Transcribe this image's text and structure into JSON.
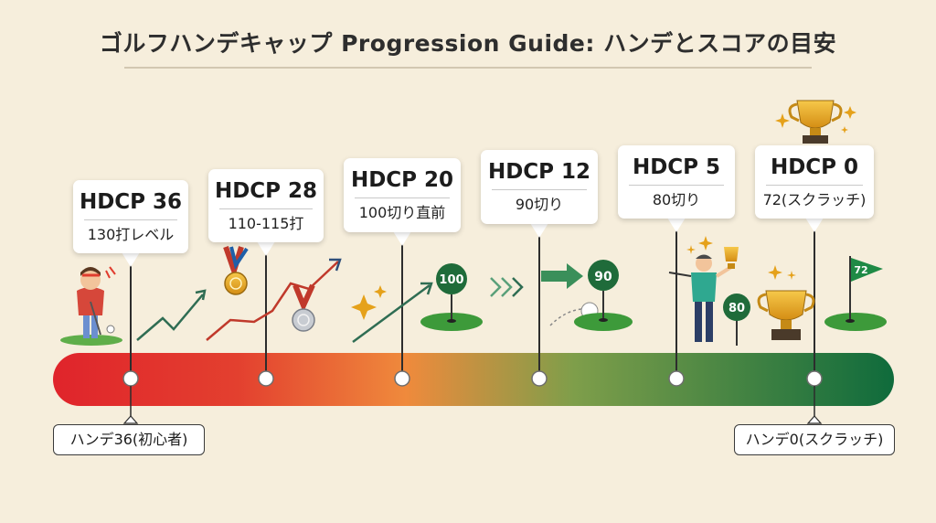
{
  "title": "ゴルフハンデキャップ Progression Guide: ハンデとスコアの目安",
  "milestones": [
    {
      "level": "HDCP 36",
      "score": "130打レベル"
    },
    {
      "level": "HDCP 28",
      "score": "110-115打"
    },
    {
      "level": "HDCP 20",
      "score": "100切り直前"
    },
    {
      "level": "HDCP 12",
      "score": "90切り"
    },
    {
      "level": "HDCP 5",
      "score": "80切り"
    },
    {
      "level": "HDCP 0",
      "score": "72(スクラッチ)"
    }
  ],
  "start_label": "ハンデ36(初心者)",
  "end_label": "ハンデ0(スクラッチ)",
  "flags": {
    "f100": "100",
    "f90": "90",
    "f80": "80",
    "f72": "72"
  },
  "colors": {
    "background": "#f6eedc",
    "bar_start": "#e0242b",
    "bar_mid": "#ef8a3c",
    "bar_end": "#0f6b3c",
    "green": "#2e7d32",
    "gold": "#e5a11a"
  },
  "icons": [
    "golfer-beginner-icon",
    "medal-gold-icon",
    "medal-silver-icon",
    "golf-ball-icon",
    "golfer-trophy-icon",
    "trophy-icon",
    "sparkle-icon",
    "trend-arrow-icon",
    "green-flag-icon"
  ]
}
